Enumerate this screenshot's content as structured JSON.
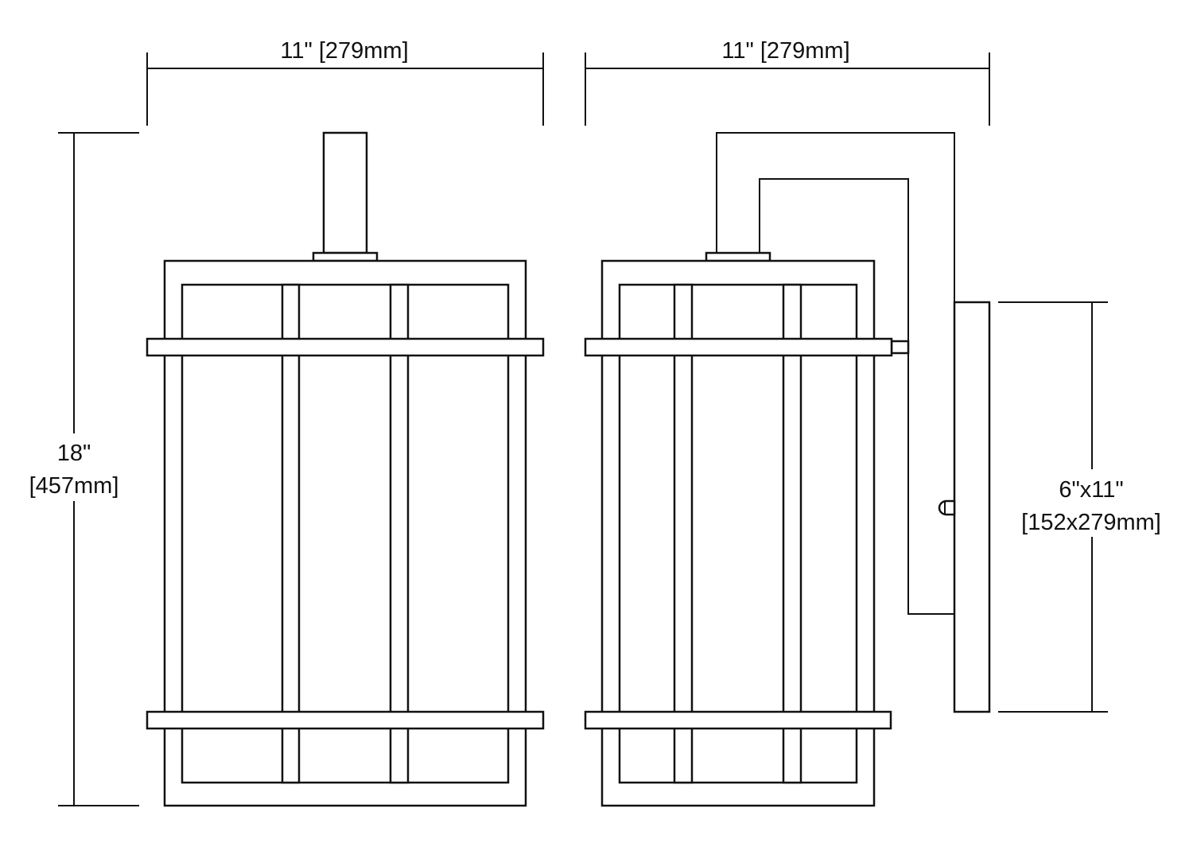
{
  "dimensions": {
    "front_width": "11\" [279mm]",
    "side_width": "11\" [279mm]",
    "height_in": "18\"",
    "height_mm": "[457mm]",
    "backplate_in": "6\"x11\"",
    "backplate_mm": "[152x279mm]"
  },
  "colors": {
    "line": "#111111",
    "background": "#ffffff"
  }
}
